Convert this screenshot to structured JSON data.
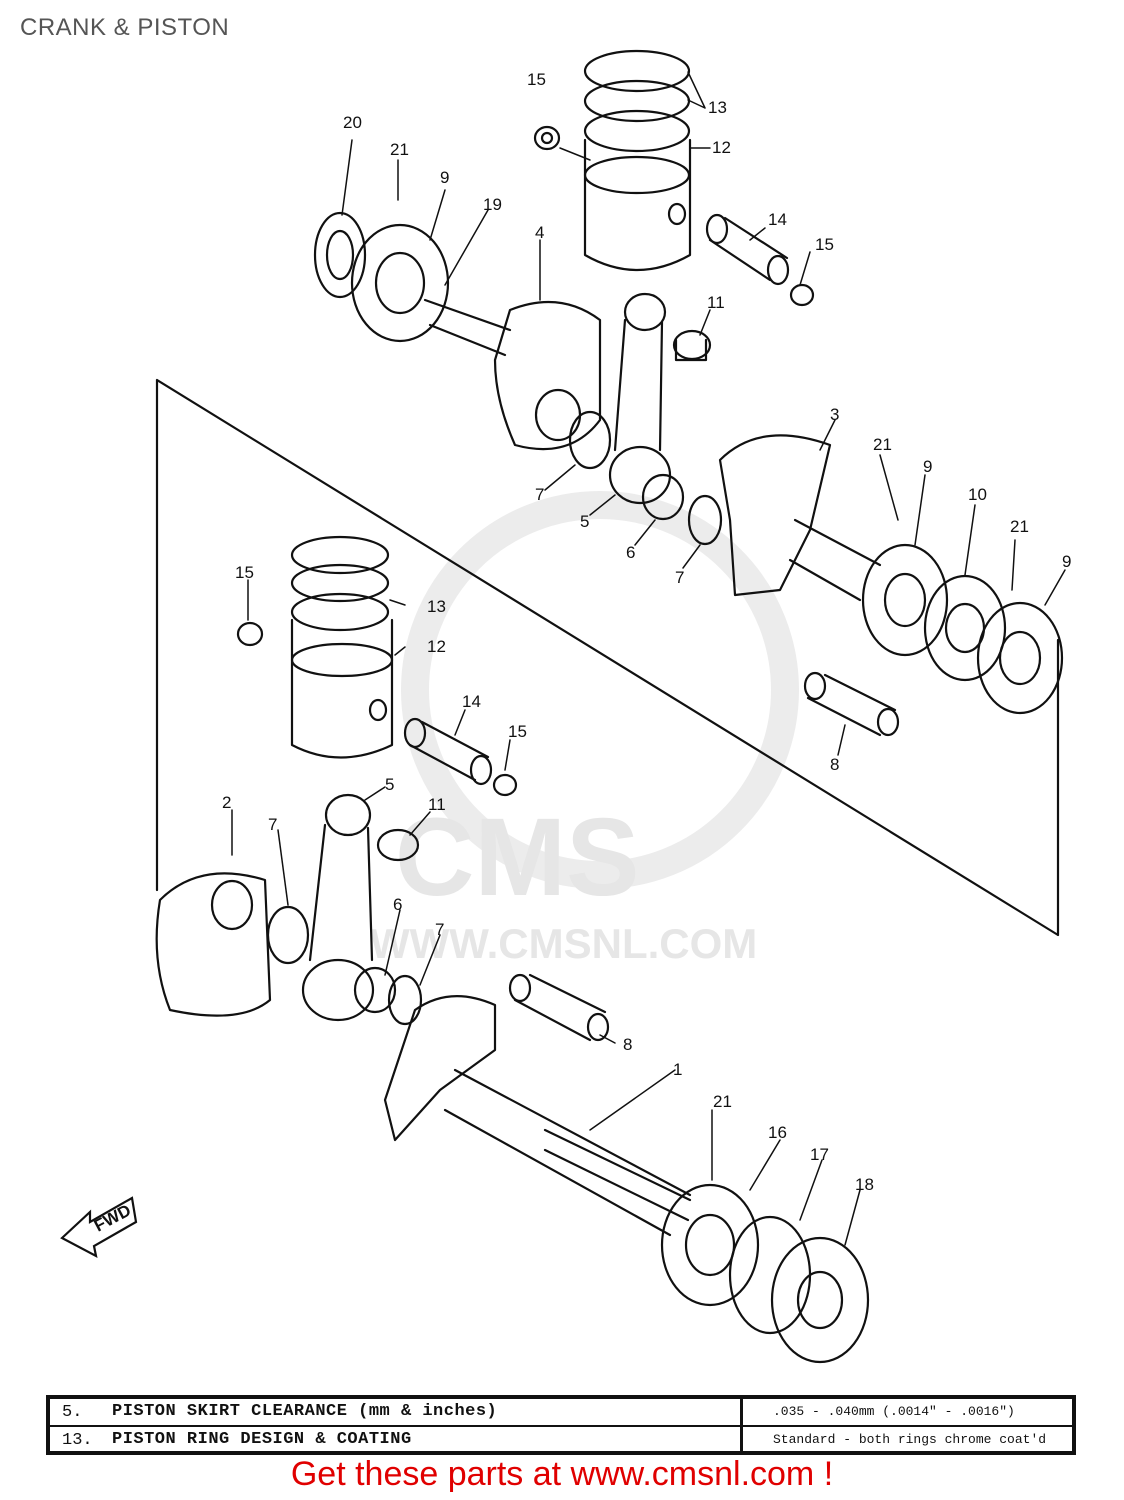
{
  "page": {
    "title": "CRANK & PISTON"
  },
  "diagram": {
    "callouts": [
      "1",
      "2",
      "3",
      "4",
      "5",
      "6",
      "7",
      "8",
      "9",
      "10",
      "11",
      "12",
      "13",
      "14",
      "15",
      "16",
      "17",
      "18",
      "19",
      "20",
      "21"
    ],
    "direction_label": "FWD"
  },
  "watermark": {
    "brand": "CMS",
    "url": "WWW.CMSNL.COM"
  },
  "spec_table": {
    "rows": [
      {
        "num": "5.",
        "name": "PISTON SKIRT CLEARANCE (mm & inches)",
        "value": ".035 - .040mm (.0014\" - .0016\")"
      },
      {
        "num": "13.",
        "name": "PISTON RING DESIGN & COATING",
        "value": "Standard - both rings chrome coat'd"
      }
    ]
  },
  "footer": {
    "text": "Get these parts at www.cmsnl.com !"
  }
}
